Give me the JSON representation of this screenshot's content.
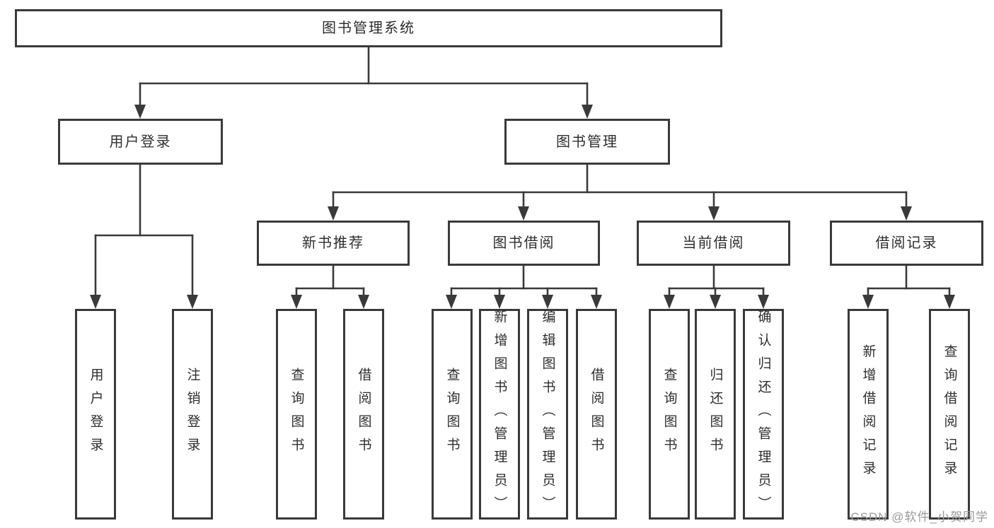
{
  "colors": {
    "line": "#3a3a3a",
    "box_border": "#3a3a3a",
    "text": "#2e2e2e",
    "watermark": "#9a9a9a",
    "background": "#ffffff"
  },
  "diagram": {
    "root": {
      "label": "图书管理系统"
    },
    "branches": [
      {
        "label": "用户登录",
        "children": [
          {
            "label": "用户登录"
          },
          {
            "label": "注销登录"
          }
        ]
      },
      {
        "label": "图书管理",
        "sections": [
          {
            "label": "新书推荐",
            "children": [
              {
                "label": "查询图书"
              },
              {
                "label": "借阅图书"
              }
            ]
          },
          {
            "label": "图书借阅",
            "children": [
              {
                "label": "查询图书"
              },
              {
                "label": "新增图书（管理员）"
              },
              {
                "label": "编辑图书（管理员）"
              },
              {
                "label": "借阅图书"
              }
            ]
          },
          {
            "label": "当前借阅",
            "children": [
              {
                "label": "查询图书"
              },
              {
                "label": "归还图书"
              },
              {
                "label": "确认归还（管理员）"
              }
            ]
          },
          {
            "label": "借阅记录",
            "children": [
              {
                "label": "新增借阅记录"
              },
              {
                "label": "查询借阅记录"
              }
            ]
          }
        ]
      }
    ]
  },
  "watermark": {
    "text": "CSDN @软件_小贺同学"
  }
}
